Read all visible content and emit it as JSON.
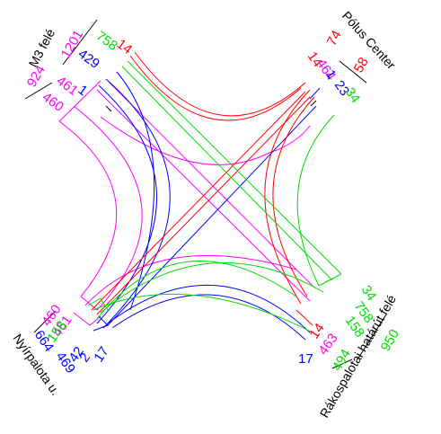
{
  "colors": {
    "red": "#ff0000",
    "green": "#00dd00",
    "blue": "#0000ff",
    "magenta": "#ff00ff",
    "black": "#000000"
  },
  "directions": {
    "nw": "M3 felé",
    "ne": "Pólus Center",
    "sw": "Nyírpalota u.",
    "se": "Rákospalotai határút felé"
  },
  "counts": {
    "nw": {
      "c1201": "1201",
      "c924": "924",
      "c14": "14",
      "c758": "758",
      "c429": "429",
      "c461": "461",
      "c1": "1",
      "c460": "460"
    },
    "ne": {
      "c74": "74",
      "c58": "58",
      "c14": "14",
      "c464": "464",
      "c1": "1",
      "c23": "23",
      "c34": "34"
    },
    "sw": {
      "c460": "460",
      "c461": "461",
      "c158": "158",
      "c664": "664",
      "c469": "469",
      "c42": "42",
      "c2": "2",
      "c17": "17"
    },
    "se": {
      "c34": "34",
      "c758": "758",
      "c158": "158",
      "c950": "950",
      "c14": "14",
      "c463": "463",
      "c17": "17",
      "c494": "494"
    }
  }
}
